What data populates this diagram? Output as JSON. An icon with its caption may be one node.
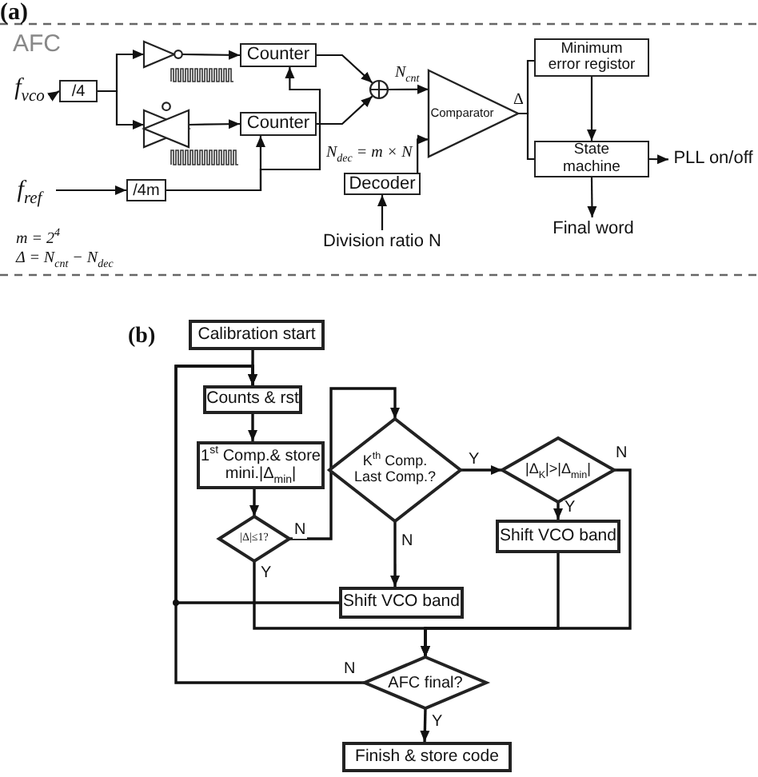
{
  "diagram": {
    "nodes": [
      {
        "text": [
          "f$_{vco}$"
        ]
      },
      {
        "text": [
          "/4"
        ]
      },
      {
        "text": [],
        "shape": "triangle"
      },
      {
        "text": [],
        "shape": "bowtie"
      },
      {
        "text": [
          "Counter"
        ]
      },
      {
        "text": [
          "Counter"
        ]
      },
      {
        "text": [
          "f$_{ref}$"
        ]
      },
      {
        "text": [
          "/4m"
        ]
      },
      {
        "text": [],
        "shape": "circle"
      },
      {
        "text": [
          "Comparator"
        ]
      },
      {
        "text": [
          "Decoder"
        ]
      },
      {
        "text": [
          "Division ratio N"
        ]
      },
      {
        "text": [
          "Minimum error registor"
        ]
      },
      {
        "text": [
          "State machine"
        ]
      },
      {
        "text": [
          "PLL on/off"
        ]
      },
      {
        "text": [
          "Final word"
        ]
      },
      {
        "text": [
          "Calibration start"
        ]
      },
      {
        "text": [
          "Counts & rst"
        ]
      },
      {
        "text": [
          "1$^{st}$ Comp.& store mini.|Δ$_{min}$|"
        ]
      },
      {
        "text": [
          "|Δ|≤1?"
        ]
      },
      {
        "text": [
          "K$^{th}$ Comp. Last Comp.?"
        ]
      },
      {
        "text": [
          "|Δ$_{K}$|>|Δ$_{min}$|"
        ]
      },
      {
        "text": [
          "Shift VCO band"
        ]
      },
      {
        "text": [
          "Shift VCO band"
        ]
      },
      {
        "text": [
          "AFC final?"
        ]
      },
      {
        "text": [
          "Finish & store code"
        ]
      }
    ],
    "edges": [
      {
        "from": 0,
        "to": 1,
        "arrow": "to"
      },
      {
        "from": 1,
        "to": 2,
        "arrow": "to"
      },
      {
        "from": 1,
        "to": 3,
        "arrow": "to"
      },
      {
        "from": 2,
        "to": 4,
        "arrow": "to"
      },
      {
        "from": 3,
        "to": 5,
        "arrow": "to"
      },
      {
        "from": 6,
        "to": 7,
        "arrow": "to"
      },
      {
        "from": 7,
        "to": 5,
        "arrow": "to"
      },
      {
        "from": 7,
        "to": 4,
        "arrow": "to"
      },
      {
        "from": 4,
        "to": 8,
        "arrow": "to"
      },
      {
        "from": 5,
        "to": 8,
        "arrow": "to"
      },
      {
        "from": 8,
        "to": 9,
        "arrow": "to",
        "label": "N$_{cnt}$"
      },
      {
        "from": 10,
        "to": 9,
        "arrow": "to",
        "label": "N$_{dec}$ = m × N"
      },
      {
        "from": 11,
        "to": 10,
        "arrow": "to"
      },
      {
        "from": 9,
        "to": 12,
        "arrow": "none"
      },
      {
        "from": 9,
        "to": 13,
        "arrow": "none"
      },
      {
        "from": 12,
        "to": 13,
        "arrow": "to"
      },
      {
        "from": 13,
        "to": 14,
        "arrow": "to"
      },
      {
        "from": 13,
        "to": 15,
        "arrow": "to"
      },
      {
        "from": 16,
        "to": 17,
        "arrow": "to"
      },
      {
        "from": 17,
        "to": 18,
        "arrow": "to"
      },
      {
        "from": 18,
        "to": 19,
        "arrow": "to"
      },
      {
        "from": 19,
        "to": 20,
        "arrow": "to",
        "label": "N"
      },
      {
        "from": 20,
        "to": 21,
        "arrow": "to",
        "label": "Y"
      },
      {
        "from": 21,
        "to": 22,
        "arrow": "to",
        "label": "Y"
      },
      {
        "from": 20,
        "to": 23,
        "arrow": "to",
        "label": "N"
      },
      {
        "from": 19,
        "to": 24,
        "arrow": "to",
        "label": "Y"
      },
      {
        "from": 21,
        "to": 24,
        "arrow": "to",
        "label": "N"
      },
      {
        "from": 22,
        "to": 24,
        "arrow": "to"
      },
      {
        "from": 23,
        "to": 17,
        "arrow": "to"
      },
      {
        "from": 24,
        "to": 17,
        "arrow": "to",
        "label": "N"
      },
      {
        "from": 24,
        "to": 25,
        "arrow": "to",
        "label": "Y"
      }
    ],
    "labels": [
      "(a)",
      "AFC",
      "Δ",
      "m = 2$^{4}$",
      "Δ = N$_{cnt}$ − N$_{dec}$",
      "(b)"
    ]
  }
}
